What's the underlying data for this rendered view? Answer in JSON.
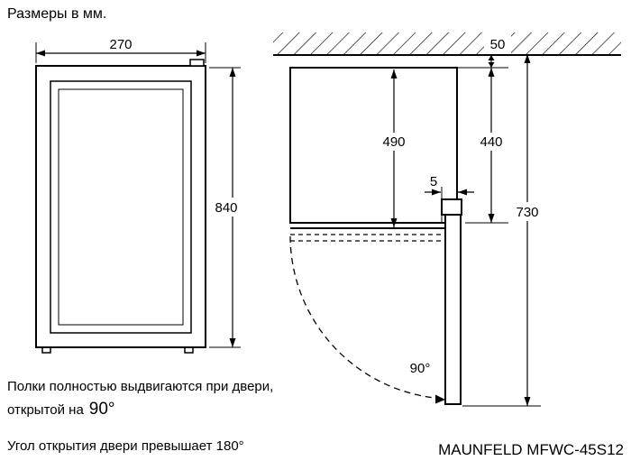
{
  "title": "Размеры в мм.",
  "model": "MAUNFELD MFWC-45S12",
  "dimensions": {
    "width": "270",
    "height": "840",
    "depth": "490",
    "depth_body": "440",
    "door_offset": "5",
    "depth_door_open": "730",
    "wall_clearance": "50",
    "door_angle": "90°"
  },
  "notes": {
    "line1": "Полки полностью выдвигаются при двери,",
    "line2_prefix": "открытой на",
    "line2_angle": "90°",
    "line3": "Угол открытия двери превышает 180°"
  }
}
